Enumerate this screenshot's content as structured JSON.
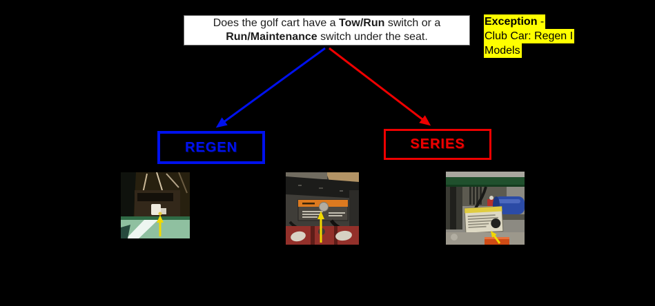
{
  "colors": {
    "background": "#000000",
    "regen_blue": "#0011ee",
    "series_red": "#ee0000",
    "highlight_yellow": "#ffff00",
    "pointer_yellow": "#f2d900"
  },
  "question_box": {
    "line1": {
      "pre": "Does the golf cart have a ",
      "bold": "Tow/Run",
      "post": " switch or a"
    },
    "line2": {
      "bold": "Run/Maintenance",
      "post": " switch under the seat."
    }
  },
  "exception_note": {
    "line1": {
      "bold": "Exception",
      "rest": " -"
    },
    "line2": "Club Car: Regen I",
    "line3": "Models"
  },
  "branches": {
    "regen": {
      "label": "REGEN"
    },
    "series": {
      "label": "SERIES"
    }
  },
  "photos": {
    "regen_photo": {
      "description": "Under-seat compartment of green golf cart with white Tow/Run switch, yellow arrow pointing to switch"
    },
    "middle_photo": {
      "description": "Orange warning label with round Tow/Run switch above red batteries, yellow arrow pointing to switch"
    },
    "series_photo": {
      "description": "Instruction label with black Run/Maintenance knob beside blue motor under green frame, yellow arrow pointing to knob"
    }
  }
}
